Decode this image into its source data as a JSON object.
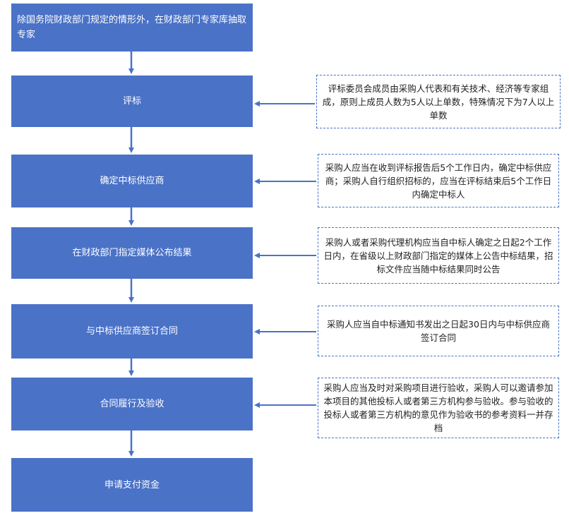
{
  "colors": {
    "box_fill": "#4a72c7",
    "arrow": "#4a72c7",
    "box_text": "#ffffff",
    "note_border": "#4a72c7"
  },
  "steps": [
    {
      "label": "除国务院财政部门规定的情形外，在财政部门专家库抽取专家"
    },
    {
      "label": "评标"
    },
    {
      "label": "确定中标供应商"
    },
    {
      "label": "在财政部门指定媒体公布结果"
    },
    {
      "label": "与中标供应商签订合同"
    },
    {
      "label": "合同履行及验收"
    },
    {
      "label": "申请支付资金"
    }
  ],
  "notes": [
    {
      "text": "评标委员会成员由采购人代表和有关技术、经济等专家组成，原则上成员人数为5人以上单数，特殊情况下为7人以上单数"
    },
    {
      "text": "采购人应当在收到评标报告后5个工作日内，确定中标供应商；采购人自行组织招标的，应当在评标结束后5个工作日内确定中标人"
    },
    {
      "text": "采购人或者采购代理机构应当自中标人确定之日起2个工作日内，在省级以上财政部门指定的媒体上公告中标结果，招标文件应当随中标结果同时公告"
    },
    {
      "text": "采购人应当自中标通知书发出之日起30日内与中标供应商签订合同"
    },
    {
      "text": "采购人应当及时对采购项目进行验收，采购人可以邀请参加本项目的其他投标人或者第三方机构参与验收。参与验收的投标人或者第三方机构的意见作为验收书的参考资料一并存档"
    }
  ]
}
